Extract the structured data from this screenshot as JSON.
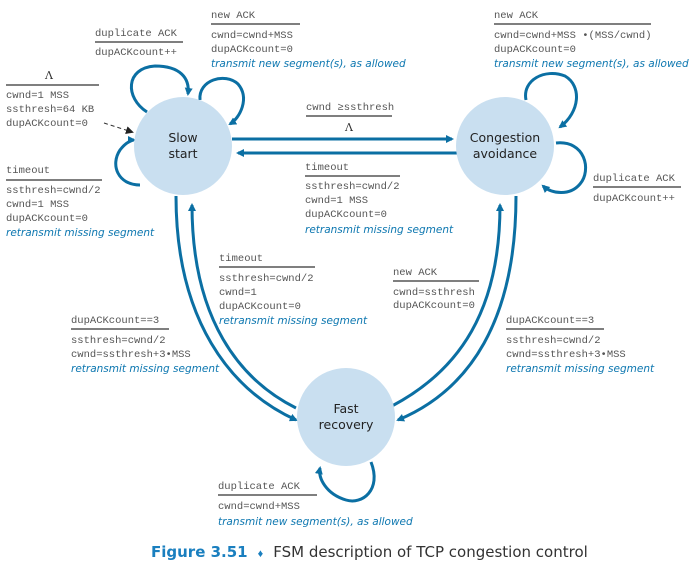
{
  "states": {
    "slow_start": {
      "line1": "Slow",
      "line2": "start"
    },
    "congestion_avoidance": {
      "line1": "Congestion",
      "line2": "avoidance"
    },
    "fast_recovery": {
      "line1": "Fast",
      "line2": "recovery"
    }
  },
  "transitions": {
    "initial": {
      "event": "Λ",
      "actions": [
        "cwnd=1 MSS",
        "ssthresh=64 KB",
        "dupACKcount=0"
      ]
    },
    "ss_dup_ack": {
      "event": "duplicate ACK",
      "actions": [
        "dupACKcount++"
      ]
    },
    "ss_new_ack": {
      "event": "new ACK",
      "actions": [
        "cwnd=cwnd+MSS",
        "dupACKcount=0"
      ],
      "note": "transmit new segment(s), as allowed"
    },
    "ss_timeout": {
      "event": "timeout",
      "actions": [
        "ssthresh=cwnd/2",
        "cwnd=1 MSS",
        "dupACKcount=0"
      ],
      "note": "retransmit missing segment"
    },
    "ss_to_ca": {
      "event": "cwnd ≥ssthresh",
      "actions": [
        "Λ"
      ]
    },
    "ca_to_ss_timeout": {
      "event": "timeout",
      "actions": [
        "ssthresh=cwnd/2",
        "cwnd=1 MSS",
        "dupACKcount=0"
      ],
      "note": "retransmit missing segment"
    },
    "ca_new_ack": {
      "event": "new ACK",
      "actions": [
        "cwnd=cwnd+MSS •(MSS/cwnd)",
        "dupACKcount=0"
      ],
      "note": "transmit new segment(s), as allowed"
    },
    "ca_dup_ack": {
      "event": "duplicate ACK",
      "actions": [
        "dupACKcount++"
      ]
    },
    "fr_to_ss_timeout": {
      "event": "timeout",
      "actions": [
        "ssthresh=cwnd/2",
        "cwnd=1",
        "dupACKcount=0"
      ],
      "note": "retransmit missing segment"
    },
    "fr_to_ca_new_ack": {
      "event": "new ACK",
      "actions": [
        "cwnd=ssthresh",
        "dupACKcount=0"
      ]
    },
    "ss_to_fr": {
      "event": "dupACKcount==3",
      "actions": [
        "ssthresh=cwnd/2",
        "cwnd=ssthresh+3•MSS"
      ],
      "note": "retransmit missing segment"
    },
    "ca_to_fr": {
      "event": "dupACKcount==3",
      "actions": [
        "ssthresh=cwnd/2",
        "cwnd=ssthresh+3•MSS"
      ],
      "note": "retransmit missing segment"
    },
    "fr_dup_ack": {
      "event": "duplicate ACK",
      "actions": [
        "cwnd=cwnd+MSS"
      ],
      "note": "transmit new segment(s), as allowed"
    }
  },
  "caption": {
    "figure": "Figure 3.51",
    "separator": "♦",
    "text": "FSM description of TCP congestion control"
  },
  "colors": {
    "state_fill": "#c9dff0",
    "arrow": "#0b6fa3",
    "note": "#0d77b0",
    "figure_label": "#1a7fbf"
  }
}
